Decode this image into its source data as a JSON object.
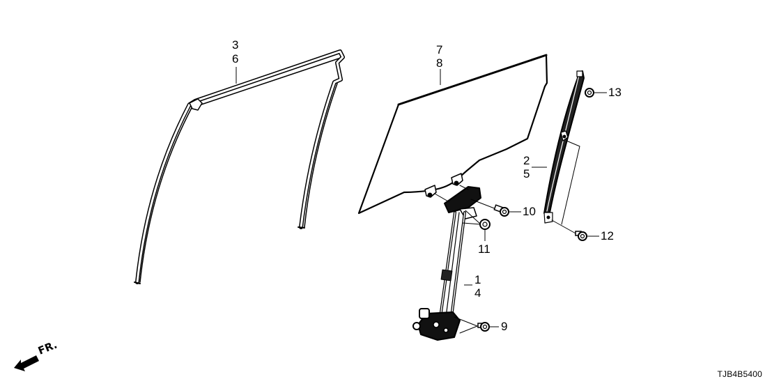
{
  "diagram": {
    "code": "TJB4B5400",
    "direction_label": "FR.",
    "direction_icon": "arrow-front-icon",
    "parts": [
      {
        "id": "1-4",
        "labels": [
          "1",
          "4"
        ],
        "description": "regulator assembly"
      },
      {
        "id": "2-5",
        "labels": [
          "2",
          "5"
        ],
        "description": "rear channel"
      },
      {
        "id": "3-6",
        "labels": [
          "3",
          "6"
        ],
        "description": "door run channel"
      },
      {
        "id": "7-8",
        "labels": [
          "7",
          "8"
        ],
        "description": "door glass"
      },
      {
        "id": "9",
        "labels": [
          "9"
        ],
        "description": "bolt"
      },
      {
        "id": "10",
        "labels": [
          "10"
        ],
        "description": "bolt"
      },
      {
        "id": "11",
        "labels": [
          "11"
        ],
        "description": "nut"
      },
      {
        "id": "12",
        "labels": [
          "12"
        ],
        "description": "bolt"
      },
      {
        "id": "13",
        "labels": [
          "13"
        ],
        "description": "nut"
      }
    ],
    "callouts": {
      "c3": "3",
      "c6": "6",
      "c7": "7",
      "c8": "8",
      "c2": "2",
      "c5": "5",
      "c13": "13",
      "c10": "10",
      "c12": "12",
      "c11": "11",
      "c1": "1",
      "c4": "4",
      "c9": "9"
    }
  }
}
